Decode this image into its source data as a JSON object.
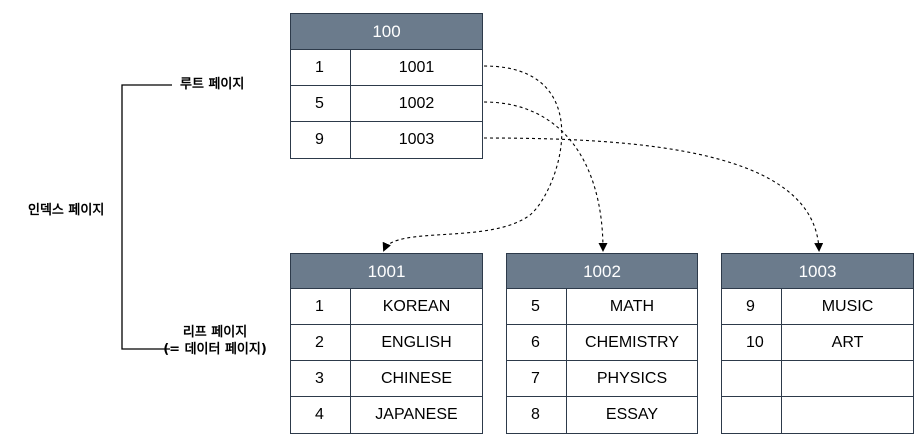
{
  "labels": {
    "index_page": "인덱스 페이지",
    "root_page": "루트 페이지",
    "leaf_page_line1": "리프 페이지",
    "leaf_page_line2": "(= 데이터 페이지)"
  },
  "root": {
    "title": "100",
    "rows": [
      {
        "key": "1",
        "value": "1001"
      },
      {
        "key": "5",
        "value": "1002"
      },
      {
        "key": "9",
        "value": "1003"
      }
    ]
  },
  "leaves": [
    {
      "title": "1001",
      "rows": [
        {
          "key": "1",
          "value": "KOREAN"
        },
        {
          "key": "2",
          "value": "ENGLISH"
        },
        {
          "key": "3",
          "value": "CHINESE"
        },
        {
          "key": "4",
          "value": "JAPANESE"
        }
      ]
    },
    {
      "title": "1002",
      "rows": [
        {
          "key": "5",
          "value": "MATH"
        },
        {
          "key": "6",
          "value": "CHEMISTRY"
        },
        {
          "key": "7",
          "value": "PHYSICS"
        },
        {
          "key": "8",
          "value": "ESSAY"
        }
      ]
    },
    {
      "title": "1003",
      "rows": [
        {
          "key": "9",
          "value": "MUSIC"
        },
        {
          "key": "10",
          "value": "ART"
        },
        {
          "key": "",
          "value": ""
        },
        {
          "key": "",
          "value": ""
        }
      ]
    }
  ]
}
